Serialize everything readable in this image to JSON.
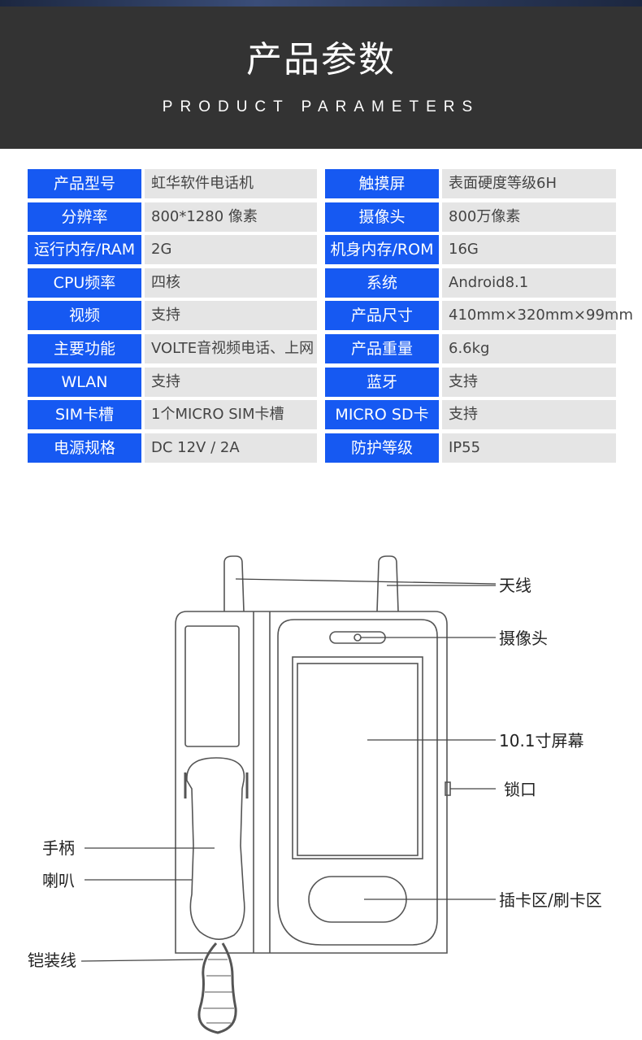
{
  "header": {
    "title": "产品参数",
    "subtitle": "PRODUCT PARAMETERS",
    "colors": {
      "banner": "#333333",
      "accent": "#1659f2",
      "value_bg": "#e5e5e5"
    }
  },
  "specs": [
    {
      "label1": "产品型号",
      "value1": "虹华软件电话机",
      "label2": "触摸屏",
      "value2": "表面硬度等级6H"
    },
    {
      "label1": "分辨率",
      "value1": "800*1280 像素",
      "label2": "摄像头",
      "value2": "800万像素"
    },
    {
      "label1": "运行内存/RAM",
      "value1": "2G",
      "label2": "机身内存/ROM",
      "value2": "16G"
    },
    {
      "label1": "CPU频率",
      "value1": "四核",
      "label2": "系统",
      "value2": "Android8.1"
    },
    {
      "label1": "视频",
      "value1": "支持",
      "label2": "产品尺寸",
      "value2": "410mm×320mm×99mm"
    },
    {
      "label1": "主要功能",
      "value1": "VOLTE音视频电话、上网",
      "label2": "产品重量",
      "value2": "6.6kg"
    },
    {
      "label1": "WLAN",
      "value1": "支持",
      "label2": "蓝牙",
      "value2": "支持"
    },
    {
      "label1": "SIM卡槽",
      "value1": "1个MICRO SIM卡槽",
      "label2": "MICRO SD卡",
      "value2": "支持"
    },
    {
      "label1": "电源规格",
      "value1": "DC 12V / 2A",
      "label2": "防护等级",
      "value2": "IP55"
    }
  ],
  "diagram": {
    "callouts": {
      "antenna": "天线",
      "camera": "摄像头",
      "screen": "10.1寸屏幕",
      "lock": "锁口",
      "handset": "手柄",
      "speaker": "喇叭",
      "card_area": "插卡区/刷卡区",
      "armored_cable": "铠装线"
    }
  }
}
